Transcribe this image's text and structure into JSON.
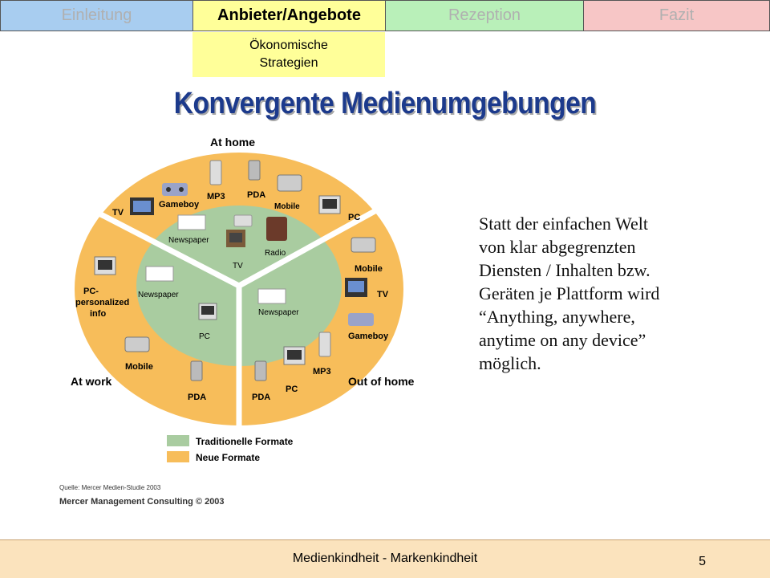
{
  "nav": {
    "tabs": [
      {
        "label": "Einleitung"
      },
      {
        "label": "Anbieter/Angebote"
      },
      {
        "label": "Rezeption"
      },
      {
        "label": "Fazit"
      }
    ],
    "subtab": {
      "line1": "Ökonomische",
      "line2": "Strategien"
    }
  },
  "title": "Konvergente Medienumgebungen",
  "diagram": {
    "sections": {
      "home": "At home",
      "work": "At work",
      "outofhome": "Out of home"
    },
    "outer_labels": {
      "tv_left": "TV",
      "gameboy_top": "Gameboy",
      "mp3_top": "MP3",
      "pda_top": "PDA",
      "pc_top": "PC",
      "mobile_right": "Mobile",
      "tv_right": "TV",
      "gameboy_right": "Gameboy",
      "mp3_bottom": "MP3",
      "pc_bottom": "PC",
      "pda_bottom": "PDA",
      "pda_left": "PDA",
      "mobile_left": "Mobile",
      "pc_personalized_1": "PC-",
      "pc_personalized_2": "personalized",
      "pc_personalized_3": "info"
    },
    "inner_labels": {
      "newspaper_top": "Newspaper",
      "tv_inner": "TV",
      "mobile_inner": "Mobile",
      "radio_inner": "Radio",
      "newspaper_left": "Newspaper",
      "pc_inner": "PC",
      "newspaper_right": "Newspaper"
    },
    "legend": {
      "traditional": "Traditionelle Formate",
      "new": "Neue Formate"
    },
    "source": "Quelle: Mercer Medien-Studie 2003",
    "copyright": "Mercer Management Consulting © 2003",
    "colors": {
      "outer": "#f7bd5a",
      "inner": "#a9cca0",
      "divider": "#ffffff"
    }
  },
  "body_text": {
    "l1": "Statt der einfachen Welt",
    "l2": "von klar abgegrenzten",
    "l3": "Diensten / Inhalten bzw.",
    "l4": "Geräten je Plattform wird",
    "l5": "“Anything, anywhere,",
    "l6": "anytime on any device”",
    "l7": "möglich."
  },
  "footer": {
    "title": "Medienkindheit - Markenkindheit",
    "page": "5"
  }
}
